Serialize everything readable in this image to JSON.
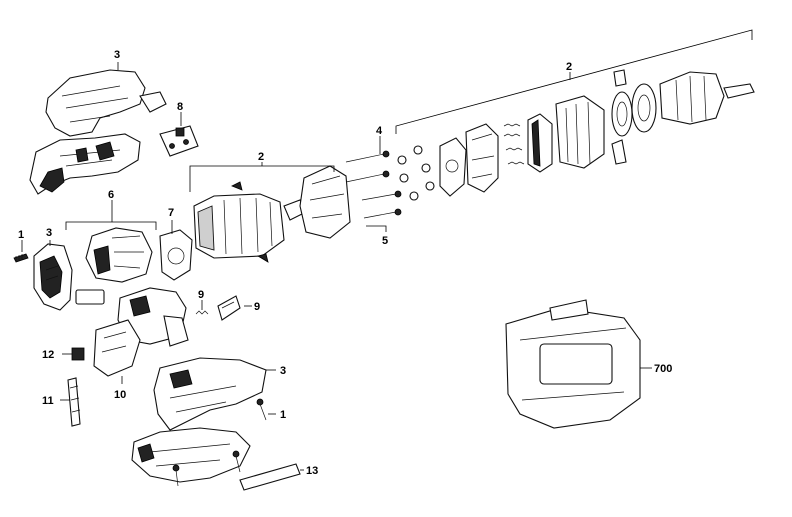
{
  "callouts": {
    "upper_housing_3": "3",
    "switch_cover_8": "8",
    "gearbox_group_2": "2",
    "motor_group_2": "2",
    "screws_4": "4",
    "screws_5": "5",
    "rear_cap_3": "3",
    "screw_1_left": "1",
    "brush_group_6": "6",
    "collar_7": "7",
    "spring_9_a": "9",
    "clip_9_b": "9",
    "contact_12": "12",
    "bit_11": "11",
    "switch_10": "10",
    "lower_housing_3": "3",
    "screw_1_right": "1",
    "label_13": "13",
    "case_700": "700"
  }
}
